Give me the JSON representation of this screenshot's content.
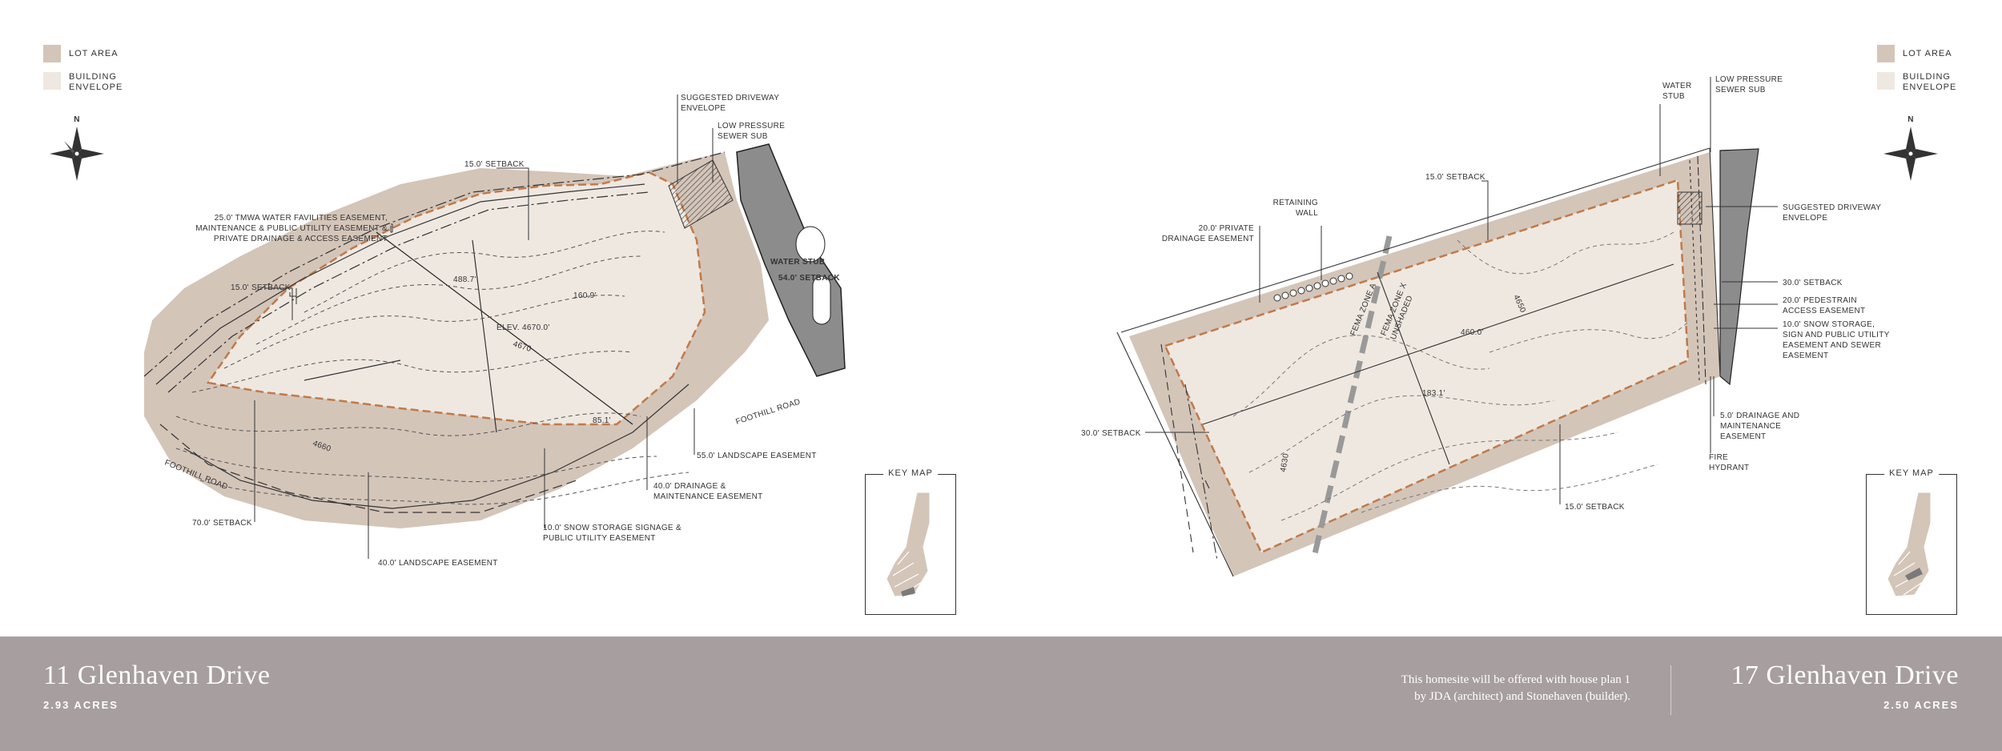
{
  "legend": {
    "lot_area": "LOT AREA",
    "building_envelope": "BUILDING ENVELOPE"
  },
  "compass": {
    "label": "N"
  },
  "colors": {
    "lot": "#d4c5b9",
    "envelope": "#efe8e1",
    "boundary": "#c07a4a",
    "footer": "#a69e9f",
    "road": "#8c8c8c"
  },
  "left_plan": {
    "callouts": {
      "driveway": "SUGGESTED DRIVEWAY ENVELOPE",
      "sewer": "LOW PRESSURE SEWER SUB",
      "setback_top": "15.0' SETBACK",
      "tmwa": "25.0' TMWA WATER FAVILITIES EASEMENT, MAINTENANCE & PUBLIC UTILITY EASEMENT & PRIVATE DRAINAGE & ACCESS EASEMENT",
      "setback_left": "15.0' SETBACK",
      "water_stub": "WATER STUB",
      "setback_54": "54.0' SETBACK",
      "landscape_55": "55.0' LANDSCAPE EASEMENT",
      "drainage_40": "40.0' DRAINAGE & MAINTENANCE EASEMENT",
      "snow_10": "10.0' SNOW STORAGE SIGNAGE & PUBLIC UTILITY EASEMENT",
      "setback_70": "70.0' SETBACK",
      "landscape_40": "40.0' LANDSCAPE EASEMENT"
    },
    "dims": {
      "d1": "488.7'",
      "d2": "160.9'",
      "d3": "85.1'"
    },
    "elev": "ELEV. 4670.0'",
    "contour_4670": "4670",
    "contour_4660": "4660",
    "road_1": "FOOTHILL ROAD",
    "road_2": "FOOTHILL ROAD"
  },
  "right_plan": {
    "callouts": {
      "water_stub": "WATER STUB",
      "sewer": "LOW PRESSURE SEWER SUB",
      "setback_top": "15.0' SETBACK",
      "retaining": "RETAINING WALL",
      "private_drainage": "20.0' PRIVATE DRAINAGE EASEMENT",
      "driveway": "SUGGESTED DRIVEWAY ENVELOPE",
      "setback_30r": "30.0' SETBACK",
      "pedestrian": "20.0' PEDESTRAIN ACCESS EASEMENT",
      "snow": "10.0' SNOW STORAGE, SIGN AND PUBLIC UTILITY EASEMENT AND SEWER EASEMENT",
      "drainage_5": "5.0' DRAINAGE AND MAINTENANCE EASEMENT",
      "hydrant": "FIRE HYDRANT",
      "setback_30l": "30.0' SETBACK",
      "setback_bottom": "15.0' SETBACK"
    },
    "dims": {
      "d1": "460.0'",
      "d2": "183.1'"
    },
    "fema_a": "FEMA ZONE A",
    "fema_x": "FEMA ZONE X UNSHADED",
    "contour_4650": "4650",
    "contour_4630": "4630"
  },
  "keymap": {
    "title": "KEY MAP"
  },
  "footer": {
    "left_address": "11 Glenhaven Drive",
    "left_acres": "2.93 ACRES",
    "note_line1": "This homesite will be offered with house plan 1",
    "note_line2": "by JDA (architect) and Stonehaven (builder).",
    "right_address": "17 Glenhaven Drive",
    "right_acres": "2.50 ACRES"
  }
}
